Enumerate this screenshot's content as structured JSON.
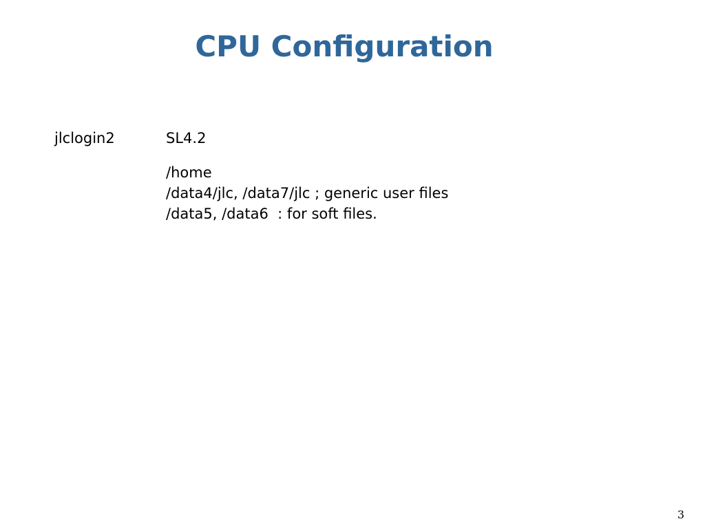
{
  "slide": {
    "title": "CPU Configuration",
    "host_name": "jlclogin2",
    "os_version": "SL4.2",
    "paths": [
      "/home",
      "/data4/jlc, /data7/jlc ; generic user files",
      "/data5, /data6  : for soft files."
    ],
    "page_number": "3"
  },
  "colors": {
    "title": "#2f679a",
    "body_text": "#000000",
    "background": "#ffffff"
  }
}
